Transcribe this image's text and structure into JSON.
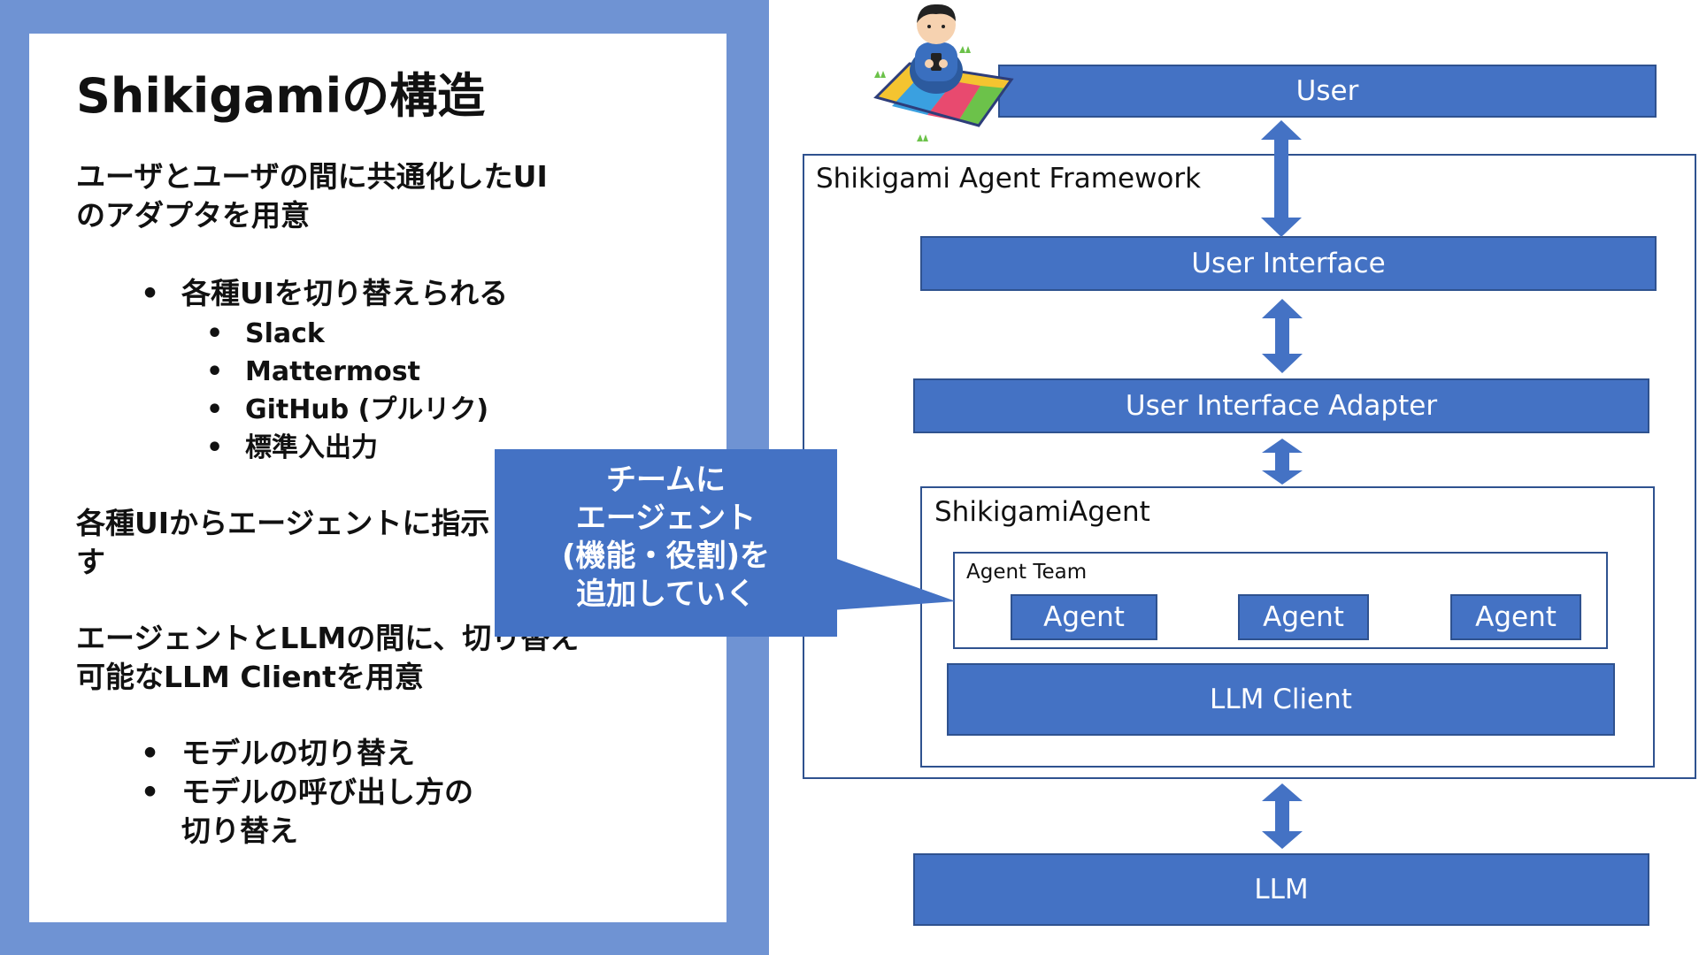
{
  "left": {
    "title": "Shikigamiの構造",
    "para1": [
      "ユーザとユーザの間に共通化したUI",
      "のアダプタを用意"
    ],
    "bullets1": [
      "各種UIを切り替えられる"
    ],
    "bullets1_sub": [
      "Slack",
      "Mattermost",
      "GitHub (プルリク)",
      "標準入出力"
    ],
    "para2": [
      "各種UIからエージェントに指示",
      "す"
    ],
    "para3": [
      "エージェントとLLMの間に、切り替え",
      "可能なLLM Clientを用意"
    ],
    "bullets2": [
      "モデルの切り替え",
      "モデルの呼び出し方の",
      "切り替え"
    ]
  },
  "callout": {
    "lines": [
      "チームに",
      "エージェント",
      "(機能・役割)を",
      "追加していく"
    ]
  },
  "diagram": {
    "user": "User",
    "framework_label": "Shikigami Agent Framework",
    "user_interface": "User Interface",
    "ui_adapter": "User Interface Adapter",
    "shikigami_agent_label": "ShikigamiAgent",
    "agent_team_label": "Agent Team",
    "agents": [
      "Agent",
      "Agent",
      "Agent"
    ],
    "llm_client": "LLM Client",
    "llm": "LLM"
  },
  "colors": {
    "box_fill": "#4472c4",
    "box_border": "#2f528f",
    "left_band": "#6f93d3"
  },
  "icons": {
    "person": "person-on-mat-with-phone-icon"
  }
}
